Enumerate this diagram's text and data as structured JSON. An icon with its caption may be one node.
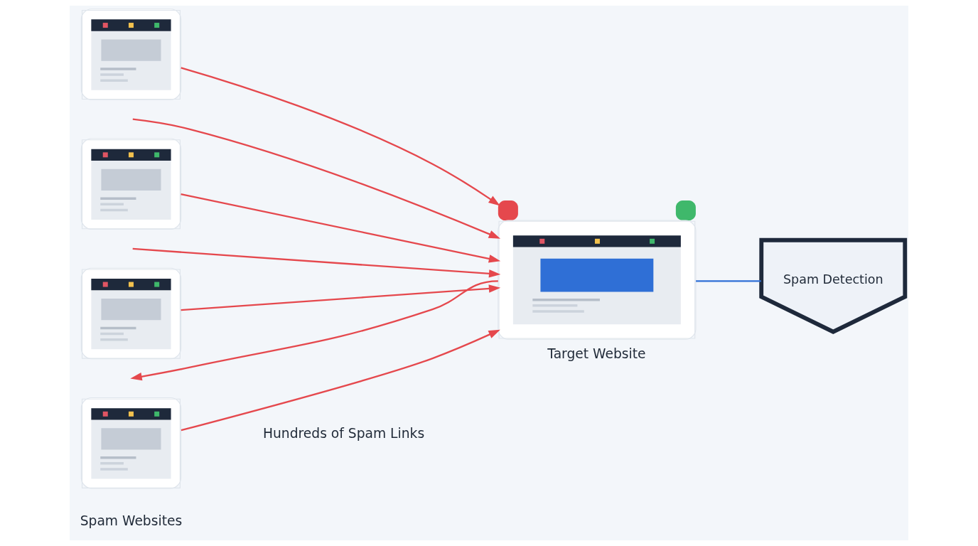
{
  "diagram": {
    "nodes": [
      {
        "text": [],
        "shape": "picture"
      },
      {
        "text": [],
        "shape": "picture"
      },
      {
        "text": [],
        "shape": "picture"
      },
      {
        "text": [],
        "shape": "picture"
      },
      {
        "text": [
          "Target Website"
        ]
      },
      {
        "text": [
          "Spam Detection"
        ]
      }
    ],
    "edges": [
      {
        "from": 0,
        "to": 4,
        "arrow": "to"
      },
      {
        "from": null,
        "to": 4,
        "arrow": "to"
      },
      {
        "from": 1,
        "to": 4,
        "arrow": "to"
      },
      {
        "from": 4,
        "to": null,
        "arrow": "to"
      },
      {
        "from": null,
        "to": 4,
        "arrow": "to"
      },
      {
        "from": 2,
        "to": 4,
        "arrow": "to"
      },
      {
        "from": 3,
        "to": 4,
        "arrow": "to"
      },
      {
        "from": 4,
        "to": 5,
        "arrow": "none",
        "color": "#2f6fd6"
      }
    ],
    "labels": [
      "Hundreds of Spam Links",
      "Spam Websites"
    ]
  }
}
